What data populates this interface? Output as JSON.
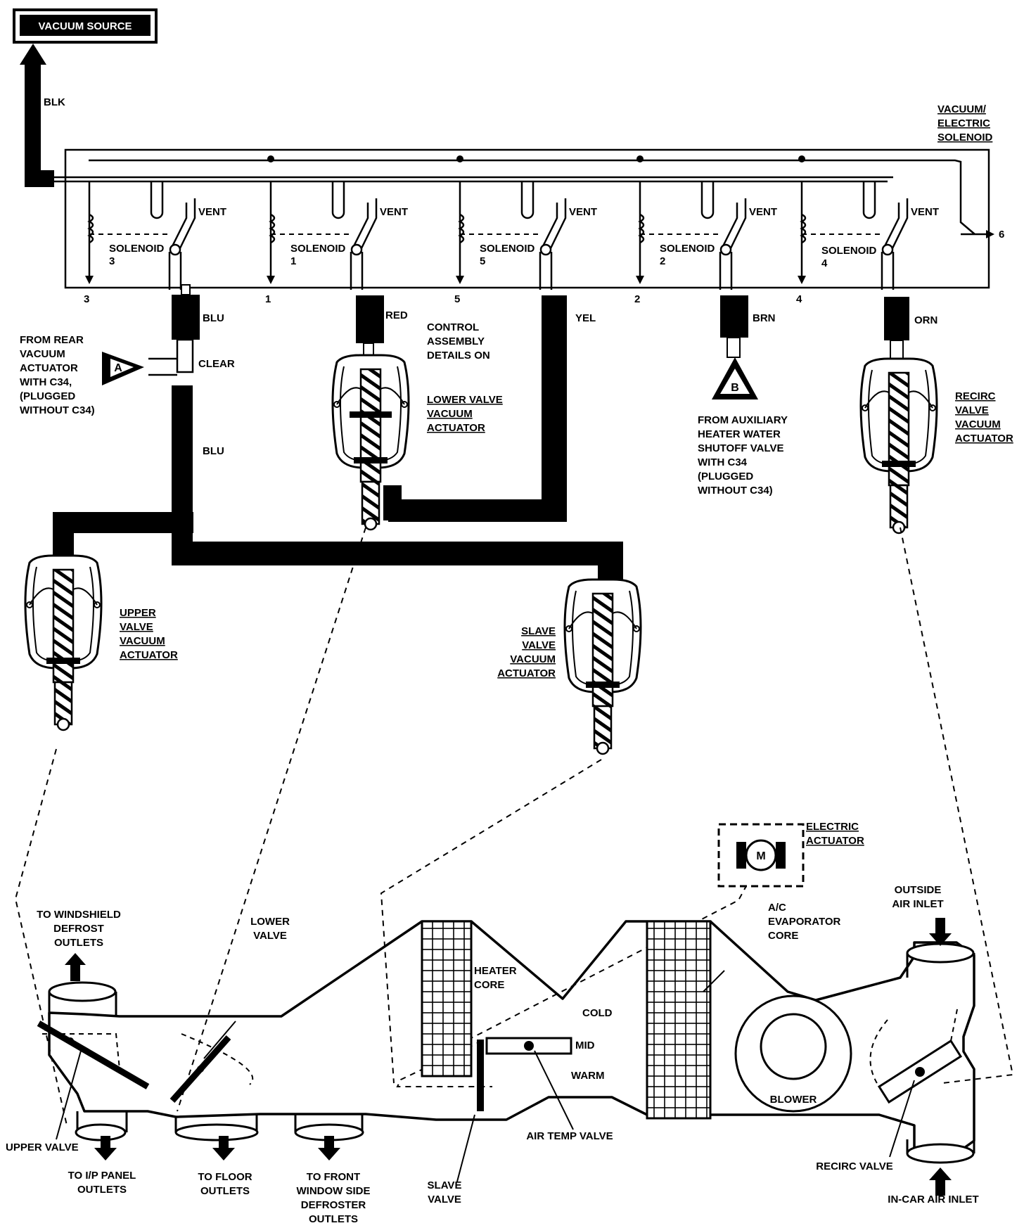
{
  "vacuum_source": "VACUUM SOURCE",
  "blk": "BLK",
  "solenoid_title": [
    "VACUUM/",
    "ELECTRIC",
    "SOLENOID"
  ],
  "vent": "VENT",
  "solenoids": [
    {
      "word": "SOLENOID",
      "num": "3",
      "port": "3"
    },
    {
      "word": "SOLENOID",
      "num": "1",
      "port": "1"
    },
    {
      "word": "SOLENOID",
      "num": "5",
      "port": "5"
    },
    {
      "word": "SOLENOID",
      "num": "2",
      "port": "2"
    },
    {
      "word": "SOLENOID",
      "num": "4",
      "port": "4"
    }
  ],
  "port6": "6",
  "hoses": {
    "blu": "BLU",
    "red": "RED",
    "yel": "YEL",
    "brn": "BRN",
    "orn": "ORN",
    "clear": "CLEAR",
    "blu2": "BLU"
  },
  "marker_a": "A",
  "marker_b": "B",
  "from_rear": [
    "FROM REAR",
    "VACUUM",
    "ACTUATOR",
    "WITH C34,",
    "(PLUGGED",
    "WITHOUT C34)"
  ],
  "control_assembly": [
    "CONTROL",
    "ASSEMBLY",
    "DETAILS ON"
  ],
  "lower_valve_actuator": [
    "LOWER VALVE",
    "VACUUM",
    "ACTUATOR"
  ],
  "from_aux": [
    "FROM AUXILIARY",
    "HEATER WATER",
    "SHUTOFF VALVE",
    "WITH C34",
    "(PLUGGED",
    "WITHOUT C34)"
  ],
  "recirc_actuator": [
    "RECIRC",
    "VALVE",
    "VACUUM",
    "ACTUATOR"
  ],
  "upper_actuator": [
    "UPPER",
    "VALVE",
    "VACUUM",
    "ACTUATOR"
  ],
  "slave_actuator": [
    "SLAVE",
    "VALVE",
    "VACUUM",
    "ACTUATOR"
  ],
  "electric_actuator": [
    "ELECTRIC",
    "ACTUATOR"
  ],
  "motor": "M",
  "outside_air": [
    "OUTSIDE",
    "AIR INLET"
  ],
  "evaporator": [
    "A/C",
    "EVAPORATOR",
    "CORE"
  ],
  "heater_core": [
    "HEATER",
    "CORE"
  ],
  "windshield": [
    "TO WINDSHIELD",
    "DEFROST",
    "OUTLETS"
  ],
  "lower_valve": [
    "LOWER",
    "VALVE"
  ],
  "cold": "COLD",
  "mid": "MID",
  "warm": "WARM",
  "blower": "BLOWER",
  "upper_valve": "UPPER VALVE",
  "air_temp_valve": "AIR TEMP VALVE",
  "recirc_valve": "RECIRC VALVE",
  "ip_panel": [
    "TO I/P PANEL",
    "OUTLETS"
  ],
  "floor": [
    "TO FLOOR",
    "OUTLETS"
  ],
  "front_window": [
    "TO FRONT",
    "WINDOW SIDE",
    "DEFROSTER",
    "OUTLETS"
  ],
  "slave_valve": [
    "SLAVE",
    "VALVE"
  ],
  "in_car_air": "IN-CAR AIR INLET"
}
